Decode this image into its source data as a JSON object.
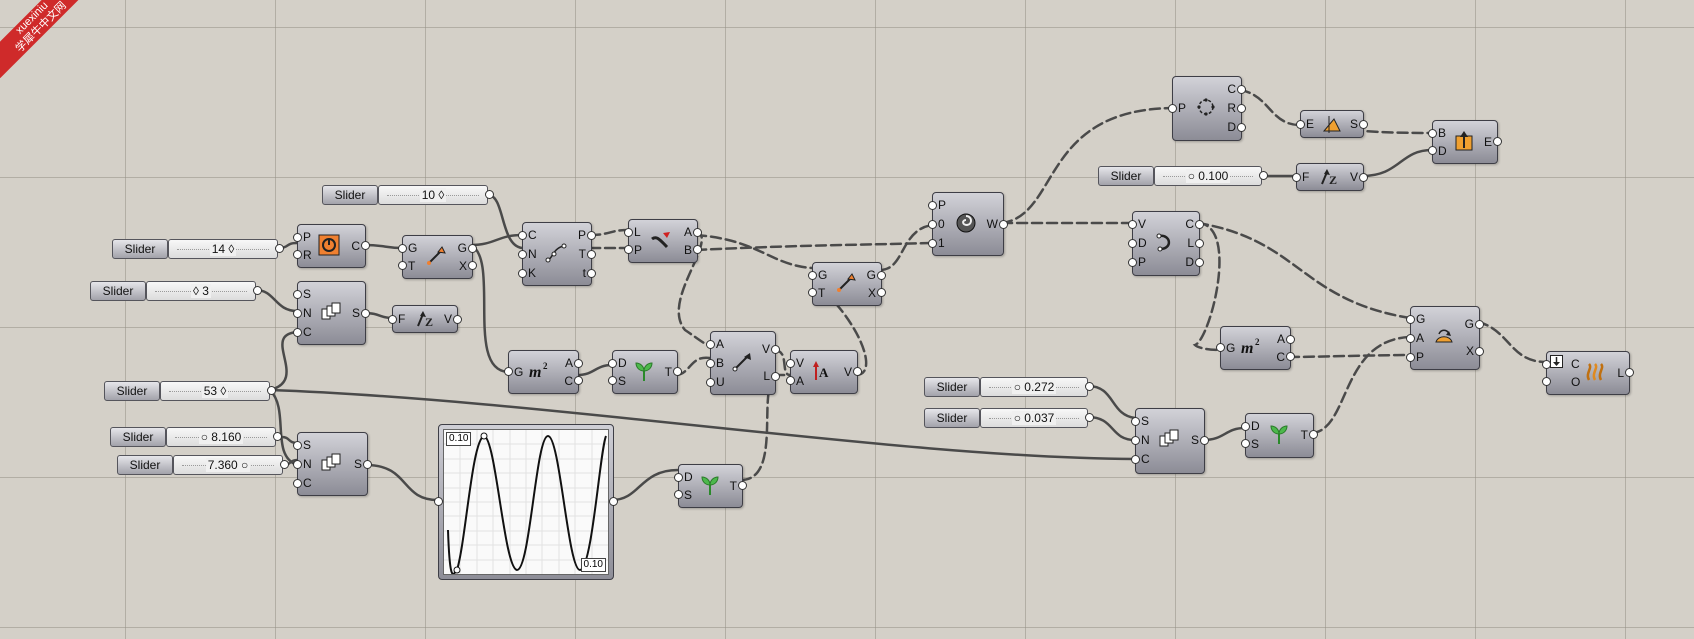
{
  "watermark": {
    "line1": "xuexiniu",
    "line2": "学犀牛中文网"
  },
  "sliders": [
    {
      "id": "slider-10",
      "label": "Slider",
      "value": "10 ◊"
    },
    {
      "id": "slider-14",
      "label": "Slider",
      "value": "14 ◊"
    },
    {
      "id": "slider-3",
      "label": "Slider",
      "value": "◊ 3"
    },
    {
      "id": "slider-53",
      "label": "Slider",
      "value": "53 ◊"
    },
    {
      "id": "slider-8160",
      "label": "Slider",
      "value": "○ 8.160"
    },
    {
      "id": "slider-7360",
      "label": "Slider",
      "value": "7.360 ○"
    },
    {
      "id": "slider-0100",
      "label": "Slider",
      "value": "○ 0.100"
    },
    {
      "id": "slider-0272",
      "label": "Slider",
      "value": "○ 0.272"
    },
    {
      "id": "slider-0037",
      "label": "Slider",
      "value": "○ 0.037"
    }
  ],
  "components": [
    {
      "id": "circle",
      "icon": "circle-icon",
      "inputs": [
        "P",
        "R"
      ],
      "outputs": [
        "C"
      ]
    },
    {
      "id": "move-1",
      "icon": "move-icon",
      "inputs": [
        "G",
        "T"
      ],
      "outputs": [
        "G",
        "X"
      ]
    },
    {
      "id": "series-1",
      "icon": "series-icon",
      "inputs": [
        "S",
        "N",
        "C"
      ],
      "outputs": [
        "S"
      ]
    },
    {
      "id": "unit-z-1",
      "icon": "unit-z-icon",
      "inputs": [
        "F"
      ],
      "outputs": [
        "V"
      ]
    },
    {
      "id": "divide-curve",
      "icon": "divide-curve-icon",
      "inputs": [
        "C",
        "N",
        "K"
      ],
      "outputs": [
        "P",
        "T",
        "t"
      ]
    },
    {
      "id": "line",
      "icon": "line-icon",
      "inputs": [
        "L",
        "P"
      ],
      "outputs": [
        "A",
        "B"
      ]
    },
    {
      "id": "area-1",
      "icon": "area-icon",
      "inputs": [
        "G"
      ],
      "outputs": [
        "A",
        "C"
      ]
    },
    {
      "id": "graft-1",
      "icon": "tree-icon",
      "inputs": [
        "D",
        "S"
      ],
      "outputs": [
        "T"
      ]
    },
    {
      "id": "vector-2pt",
      "icon": "vector-icon",
      "inputs": [
        "A",
        "B",
        "U"
      ],
      "outputs": [
        "V",
        "L"
      ]
    },
    {
      "id": "amplitude",
      "icon": "amplitude-icon",
      "inputs": [
        "V",
        "A"
      ],
      "outputs": [
        "V"
      ]
    },
    {
      "id": "move-2",
      "icon": "move-icon",
      "inputs": [
        "G",
        "T"
      ],
      "outputs": [
        "G",
        "X"
      ]
    },
    {
      "id": "series-2",
      "icon": "series-icon",
      "inputs": [
        "S",
        "N",
        "C"
      ],
      "outputs": [
        "S"
      ]
    },
    {
      "id": "graft-2",
      "icon": "tree-icon",
      "inputs": [
        "D",
        "S"
      ],
      "outputs": [
        "T"
      ]
    },
    {
      "id": "pipe-weave",
      "icon": "weave-icon",
      "inputs": [
        "P",
        "0",
        "1"
      ],
      "outputs": [
        "W"
      ]
    },
    {
      "id": "polygon",
      "icon": "polygon-icon",
      "inputs": [
        "P"
      ],
      "outputs": [
        "C",
        "R",
        "D"
      ]
    },
    {
      "id": "evaluate",
      "icon": "evaluate-icon",
      "inputs": [
        "E"
      ],
      "outputs": [
        "S"
      ]
    },
    {
      "id": "extrude",
      "icon": "extrude-icon",
      "inputs": [
        "B",
        "D"
      ],
      "outputs": [
        "E"
      ]
    },
    {
      "id": "unit-z-2",
      "icon": "unit-z-icon",
      "inputs": [
        "F"
      ],
      "outputs": [
        "V"
      ]
    },
    {
      "id": "deconstruct",
      "icon": "curve-icon",
      "inputs": [
        "V",
        "D",
        "P"
      ],
      "outputs": [
        "C",
        "L",
        "D"
      ]
    },
    {
      "id": "area-2",
      "icon": "area-icon",
      "inputs": [
        "G"
      ],
      "outputs": [
        "A",
        "C"
      ]
    },
    {
      "id": "scale",
      "icon": "scale-icon",
      "inputs": [
        "G",
        "A",
        "P"
      ],
      "outputs": [
        "G",
        "X"
      ]
    },
    {
      "id": "series-3",
      "icon": "series-icon",
      "inputs": [
        "S",
        "N",
        "C"
      ],
      "outputs": [
        "S"
      ]
    },
    {
      "id": "graft-3",
      "icon": "tree-icon",
      "inputs": [
        "D",
        "S"
      ],
      "outputs": [
        "T"
      ]
    },
    {
      "id": "loft",
      "icon": "loft-icon",
      "inputs": [
        "C",
        "O"
      ],
      "outputs": [
        "L"
      ]
    }
  ],
  "graph_mapper": {
    "min_label": "0.10",
    "max_label": "0.10"
  },
  "colors": {
    "canvas": "#d4d0c8",
    "wire": "#4a4a4a",
    "component": "#a0a0a8",
    "logo": "#cf2a2a"
  }
}
